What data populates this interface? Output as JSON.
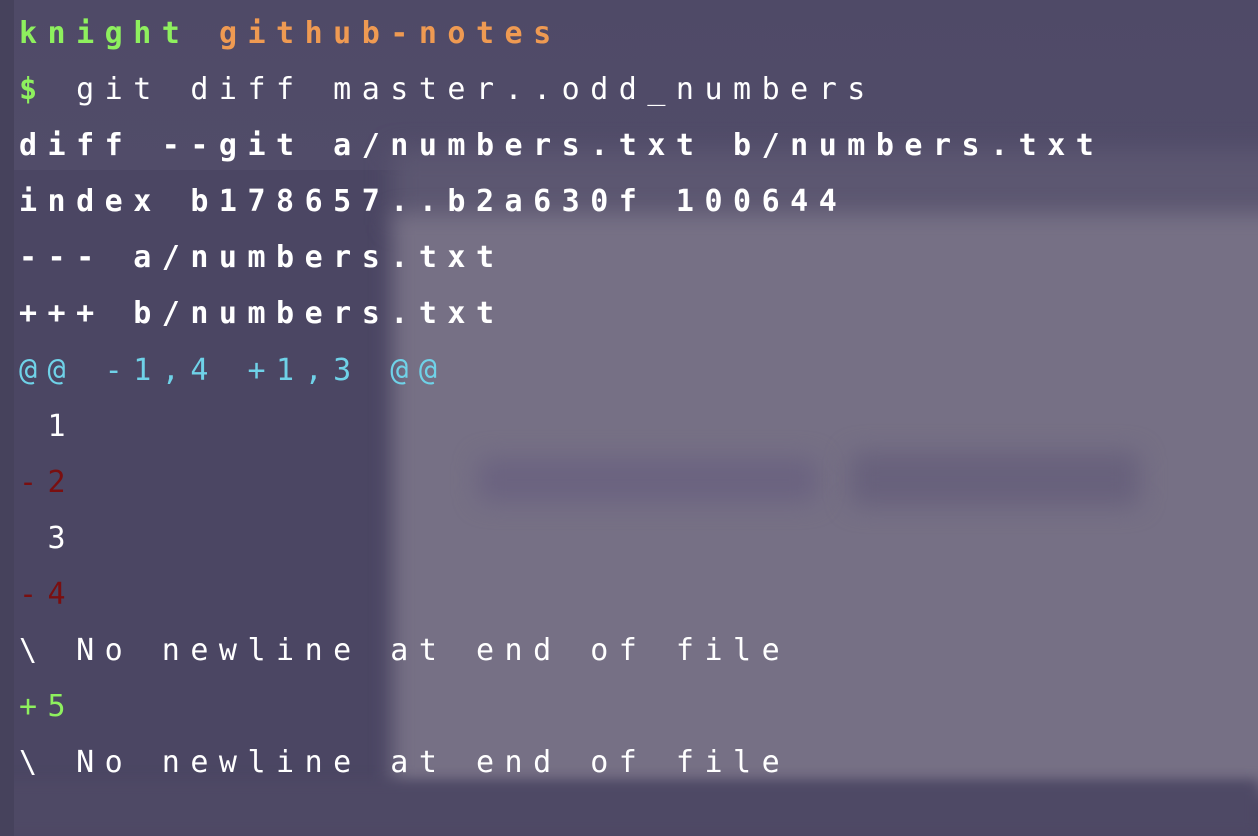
{
  "terminal": {
    "prompt_user": "knight",
    "prompt_dir": "github-notes",
    "prompt_symbol": "$",
    "command": "git diff master..odd_numbers",
    "output": [
      {
        "kind": "meta",
        "text": "diff --git a/numbers.txt b/numbers.txt"
      },
      {
        "kind": "meta",
        "text": "index b178657..b2a630f 100644"
      },
      {
        "kind": "meta",
        "text": "--- a/numbers.txt"
      },
      {
        "kind": "meta",
        "text": "+++ b/numbers.txt"
      },
      {
        "kind": "hunk",
        "text": "@@ -1,4 +1,3 @@"
      },
      {
        "kind": "context",
        "text": " 1"
      },
      {
        "kind": "removed",
        "text": "-2"
      },
      {
        "kind": "context",
        "text": " 3"
      },
      {
        "kind": "removed",
        "text": "-4"
      },
      {
        "kind": "context",
        "text": "\\ No newline at end of file"
      },
      {
        "kind": "added",
        "text": "+5"
      },
      {
        "kind": "context",
        "text": "\\ No newline at end of file"
      }
    ]
  },
  "colors": {
    "background": "#4b4663",
    "user": "#8ef05e",
    "directory": "#ef9a52",
    "hunk_header": "#6fd2e8",
    "removed": "#7a0f10",
    "added": "#8ef05e",
    "text": "#ffffff"
  }
}
